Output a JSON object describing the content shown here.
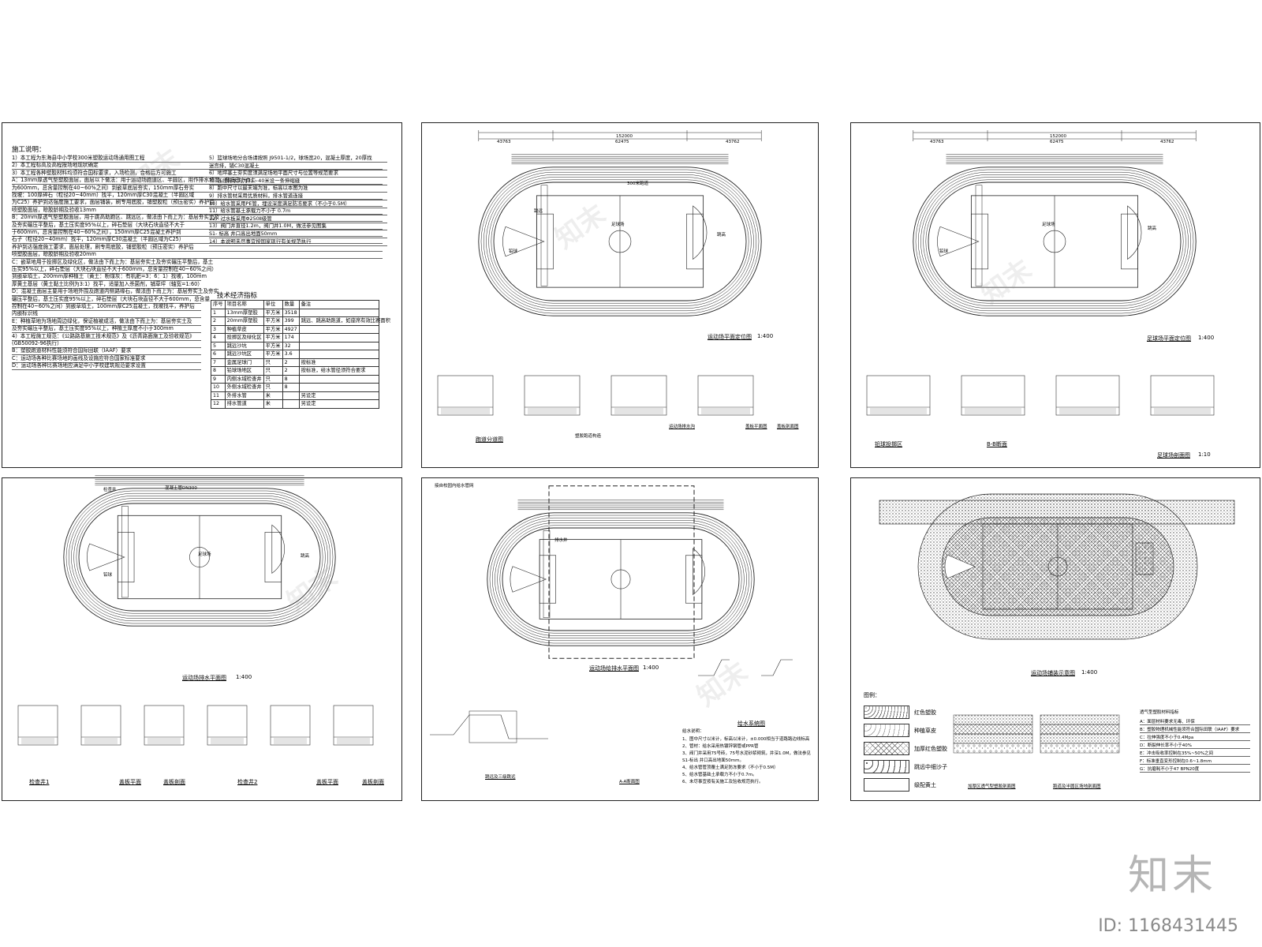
{
  "sheet1": {
    "heading": "施工说明：",
    "lines": [
      "1）本工程为东海县中小学校300米塑胶运动场通用图工程",
      "2）本工程标高及高程按场地现状确定",
      "3）本工程各种塑胶材料均须符合国标要求，入场检测，合格后方可施工",
      "A：13mm厚透气型塑胶面层，面层以下做法：用于运动场跑道区、半圆区，用作排水坡度，做法由下而上",
      "为600mm，总含量控制在40~60%之间）到嵌草底层夯实，150mm厚石夯实",
      "找坡：100厚碎石（粒径20~40mm）找平，120mm厚C30混凝土（半圆区域",
      "为C25）养护到达强度施工要求，面层铺装，刷专用底胶，铺塑胶粒（预压密实）养护后",
      "喷塑胶面层，晾胶龄期及验收13mm",
      "B：20mm厚透气型塑胶面层，用于跳高助跑区、跳远区，做法由下而上为：基层夯实土及",
      "及夯实碾压平整后，基土压实度95%以上，碎石垫层（大块石块直径不大于",
      "于600mm，总含量控制在40~60%之间），150mm厚C25混凝土养护到",
      "石子（粒径20~40mm）找平，120mm厚C30混凝土（半圆区域为C25）",
      "养护到达强度施工要求，面层处理，刷专用底胶，铺塑胶粒（预压密实）养护后",
      "喷塑胶面层，晾胶龄期及验收20mm",
      "C：嵌草地用于投掷区及绿化区，做法由下而上为：基层夯实土及夯实碾压平整后，基土",
      "压实95%以上，碎石垫层（大块石块直径不大于600mm，总含量控制在40~60%之间）",
      "到嵌草填土，200mm厚种植土（黄土：粉煤灰：有机肥=3：6：1）找坡，100mm",
      "厚黄土基层（黄土黏土比例为3:1）找平，适量加入杀菌剂，铺草坪（轴宽=1:60）",
      "D：混凝土面层主要用于场地外围及跑道内侧路缘石，做法由下而上为：基层夯实土及夯实",
      "碾压平整后，基土压实度95%以上，碎石垫层（大块石块直径不大于600mm，总含量",
      "控制在40~60%之间）到嵌草填土，100mm厚C25混凝土，找坡找平，养护后",
      "内嵌标识线",
      "E：种植草地为场地周边绿化，保证植被成活，做法由下而上为：基层夯实土及",
      "及夯实碾压平整后，基土压实度95%以上，种植土厚度不小于300mm",
      "4）本工程施工规范：《公路路基施工技术规范》及《沥青路面施工及验收规范》",
      "(GB50092-96执行）",
      "B：塑胶跑道材料性能须符合国际田联（IAAF）要求",
      "C：运动场各种比赛场地的画线及设施应符合国家标准要求",
      "D：运动场各种比赛场地应满足中小学校建筑规范要求设置"
    ],
    "right_lines": [
      "5）篮球场地分合场请按照 J9501-1/2，球场宽20，混凝土厚度，20厚找",
      "迷宫排，铺C30混凝土",
      "6）地坪基土夯实度须满足场地平面尺寸与位置等规范要求",
      "7）各段排水沟为35~40米设一条伸缩缝",
      "8）跑中尺寸以最末端为准，标高以本图为准",
      "9）排水管材采用优质材料，排水管道连接",
      "10）给水管采用PE管，埋设深度满足防冻要求（不小于0.5M）",
      "11）给水管基土承载力不小于 0.7m",
      "12）过水板采用Φ250Ⅱ级管",
      "13）阀门井直径1.2m，阀门井1.0M，做法参见图集",
      "S1- 标高  井口高出地面50mm",
      "14）本说明未尽事宜按国家现行有关规范执行"
    ],
    "tech_title": "技术经济指标",
    "tech_table": {
      "headers": [
        "序号",
        "项目名称",
        "单位",
        "数量",
        "备注"
      ],
      "rows": [
        [
          "1",
          "13mm厚塑胶",
          "平方米",
          "3518",
          ""
        ],
        [
          "2",
          "20mm厚塑胶",
          "平方米",
          "399",
          "跳远、跳高助跑道，如座席有效比赛面积"
        ],
        [
          "3",
          "种植草皮",
          "平方米",
          "4927",
          ""
        ],
        [
          "4",
          "投掷区及绿化区",
          "平方米",
          "174",
          ""
        ],
        [
          "5",
          "跳远沙坑",
          "平方米",
          "32",
          ""
        ],
        [
          "6",
          "跳远沙坑区",
          "平方米",
          "3.6",
          ""
        ],
        [
          "7",
          "金属足球门",
          "只",
          "2",
          "按标准"
        ],
        [
          "8",
          "铅球场地区",
          "只",
          "2",
          "按标准，给水管径须符合要求"
        ],
        [
          "9",
          "内侧水域检查井",
          "只",
          "8",
          ""
        ],
        [
          "10",
          "外侧水域检查井",
          "只",
          "8",
          ""
        ],
        [
          "11",
          "外排水管",
          "米",
          "",
          "另设定"
        ],
        [
          "12",
          "排水管道",
          "米",
          "",
          "另设定"
        ]
      ]
    }
  },
  "sheet2": {
    "dim_total": "152000",
    "dim_left": "43763",
    "dim_mid": "62475",
    "dim_right": "43762",
    "track_label": "300米跑道",
    "field_label": "足球场",
    "shot_label": "铅球",
    "jump_label": "跳远",
    "long_jump_label": "跳高",
    "plan_title": "运动场平面定位图",
    "plan_scale": "1:400",
    "detail_titles": [
      "跑道分道图",
      "塑胶跑道构造",
      "运动场排水沟",
      "盖板平面图",
      "盖板剖面图"
    ]
  },
  "sheet3": {
    "dim_total": "152000",
    "dim_left": "43763",
    "dim_mid": "62475",
    "dim_right": "43762",
    "field_label": "足球场",
    "shot_label": "铅球",
    "jump_label": "跳高",
    "plan_title": "足球场平面定位图",
    "plan_scale": "1:400",
    "detail_titles": [
      "铅球投掷区",
      "B-B断面",
      "足球场剖面图"
    ],
    "detail_scale": "1:10"
  },
  "sheet4": {
    "field_label": "足球场",
    "shot_label": "铅球",
    "jump_label": "跳高",
    "well_label": "检查井",
    "pipe_label": "混凝土管DN300",
    "plan_title": "运动场排水平面图",
    "plan_scale": "1:400",
    "detail_titles": [
      "检查井1",
      "盖板平面",
      "盖板剖面",
      "检查井2",
      "盖板平面",
      "盖板剖面"
    ]
  },
  "sheet5": {
    "header_note": "接自校园内给水管网",
    "valve_label": "排水井",
    "plan_title": "运动场给排水平面图",
    "plan_scale": "1:400",
    "system_title": "给水系统图",
    "section_title": "A-A断面图",
    "pit_title": "跳远及三级跳远",
    "notes_heading": "给水说明：",
    "notes": [
      "1、图中尺寸以米计，标高以米计，±0.000相当于道路路边线标高",
      "2、管材：给水采用热镀锌钢管或PPR管",
      "3、阀门井采用75号砖，75号水泥砂浆砌筑，井深1.0M，做法参见",
      "   S1-标出          井口高出地面50mm。",
      "4、给水管管顶覆土满足防冻要求（不小于0.5M）",
      "5、给水管基础土承载力不小于0.7m。",
      "6、未尽事宜按有关施工及验收规范执行。"
    ]
  },
  "sheet6": {
    "plan_title": "运动场铺装示意图",
    "plan_scale": "1:400",
    "legend_heading": "图例：",
    "legend": [
      "红色塑胶",
      "种植草皮",
      "加厚红色塑胶",
      "跳远中细沙子",
      "级配黄土"
    ],
    "section_titles": [
      "加厚区透气型塑胶剖面图",
      "跑道及半圆区场地剖面图"
    ],
    "material_heading": "透气型塑胶材料指标",
    "materials": [
      "A：面层材料要求无毒、环保",
      "B：塑胶物理机械性能须符合国际田联（IAAF）要求",
      "C：拉伸强度不小于0.4Mpa",
      "D：断裂伸长率不小于40%",
      "E：冲击吸收率控制在35%~50%之间",
      "F：标准垂直变形控制在0.6~1.8mm",
      "G：抗磨耗不小于47  BPN20度"
    ]
  },
  "watermark": "知末",
  "id_text": "ID: 1168431445"
}
